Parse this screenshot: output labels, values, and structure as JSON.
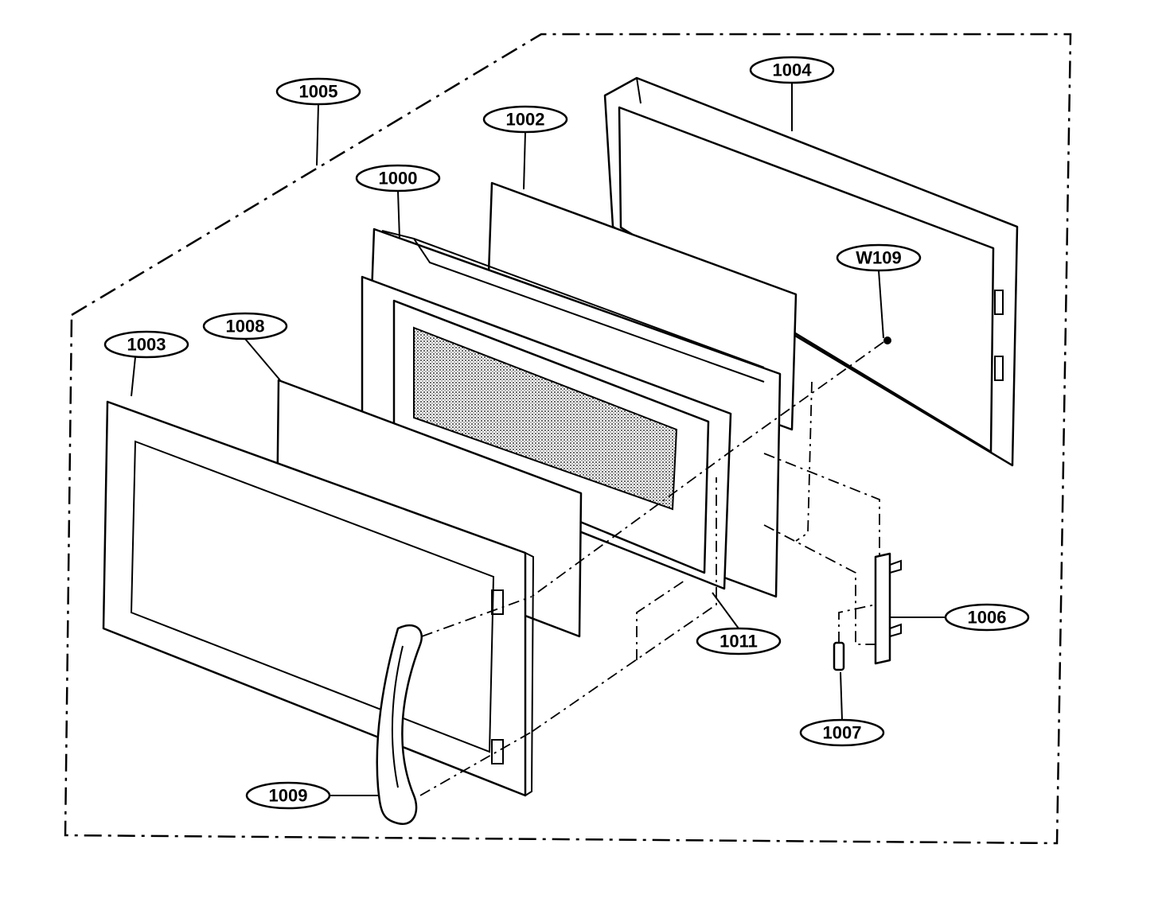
{
  "callouts": {
    "c1005": "1005",
    "c1004": "1004",
    "c1002": "1002",
    "c1000": "1000",
    "cW109": "W109",
    "c1003": "1003",
    "c1008": "1008",
    "c1006": "1006",
    "c1011": "1011",
    "c1007": "1007",
    "c1009": "1009"
  }
}
